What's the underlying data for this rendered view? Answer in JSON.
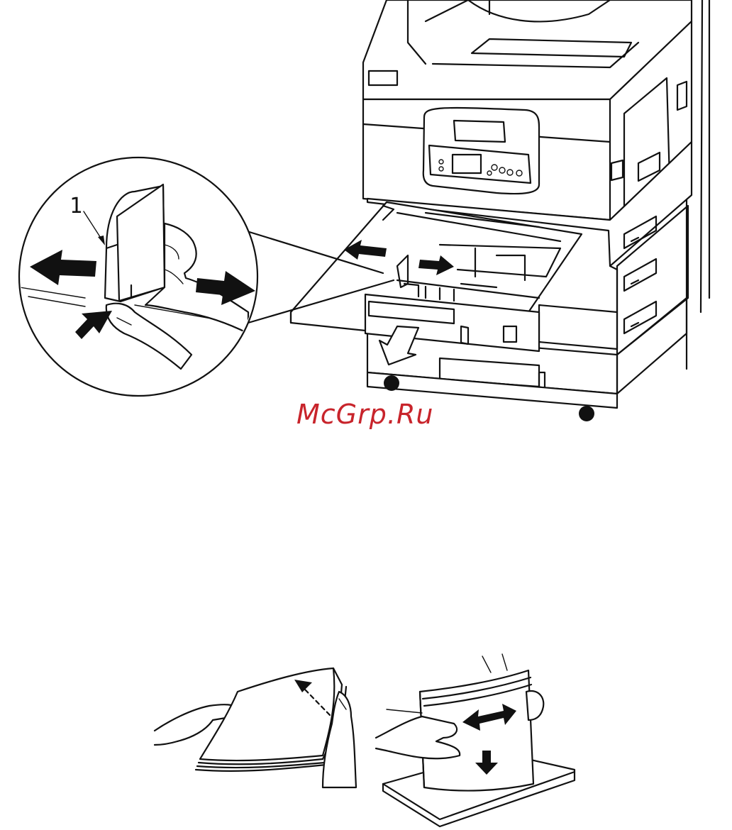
{
  "callout": {
    "number": "1"
  },
  "watermark": {
    "text": "McGrp.Ru",
    "color": "#c8242b"
  },
  "icons": [
    "printer-illustration",
    "tray-guide-zoom",
    "arrow-icon",
    "paper-fan-illustration",
    "paper-stack-align-illustration"
  ]
}
